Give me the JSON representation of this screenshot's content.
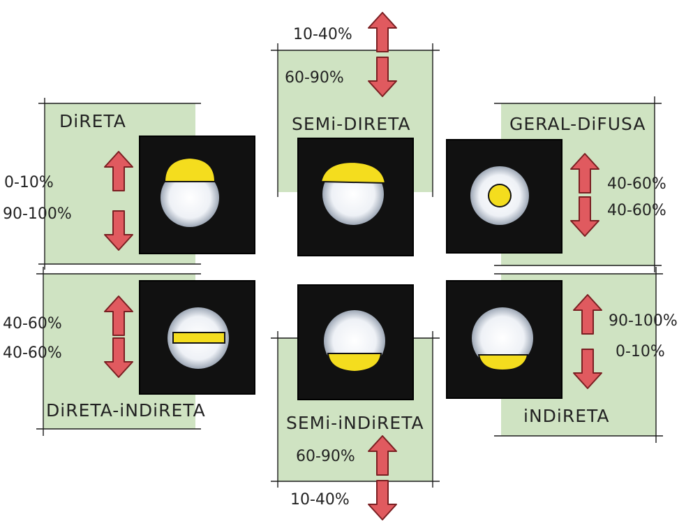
{
  "colors": {
    "panel_green": "#cfe3c2",
    "box_black": "#111111",
    "bulb_yellow": "#f4dd1e",
    "arrow_red": "#e05a5f"
  },
  "categories": [
    {
      "id": "direta",
      "title": "DiRETA",
      "up_pct": "0-10%",
      "down_pct": "90-100%",
      "icon": "direct-light-icon"
    },
    {
      "id": "semi-direta",
      "title": "SEMi-DIRETA",
      "up_pct": "10-40%",
      "down_pct": "60-90%",
      "icon": "semi-direct-light-icon"
    },
    {
      "id": "geral-difusa",
      "title": "GERAL-DiFUSA",
      "up_pct": "40-60%",
      "down_pct": "40-60%",
      "icon": "diffuse-light-icon"
    },
    {
      "id": "direta-indireta",
      "title": "DiRETA-iNDiRETA",
      "up_pct": "40-60%",
      "down_pct": "40-60%",
      "icon": "direct-indirect-light-icon"
    },
    {
      "id": "semi-indireta",
      "title": "SEMi-iNDiRETA",
      "up_pct": "60-90%",
      "down_pct": "10-40%",
      "icon": "semi-indirect-light-icon"
    },
    {
      "id": "indireta",
      "title": "iNDiRETA",
      "up_pct": "90-100%",
      "down_pct": "0-10%",
      "icon": "indirect-light-icon"
    }
  ]
}
